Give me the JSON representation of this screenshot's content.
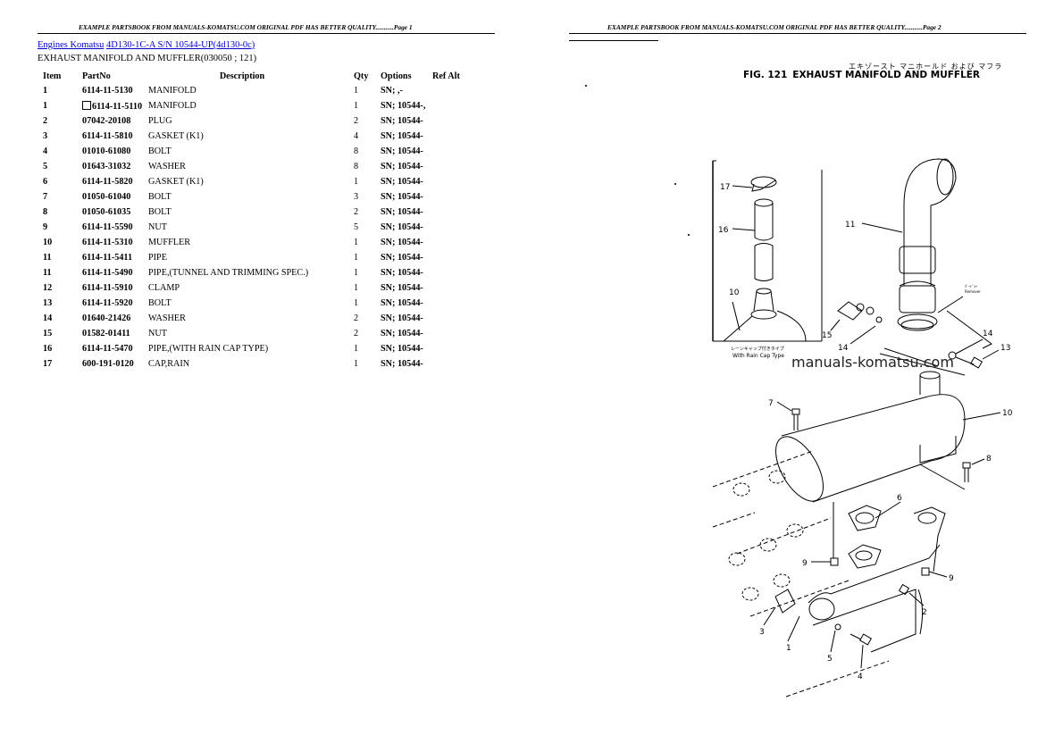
{
  "page1": {
    "header": "EXAMPLE PARTSBOOK FROM MANUALS-KOMATSU.COM ORIGINAL PDF HAS BETTER QUALITY...........Page 1",
    "breadcrumb": {
      "part1": "Engines Komatsu",
      "part2": "4D130-1C-A S/N 10544-UP(4d130-0c)"
    },
    "section_title": "EXHAUST MANIFOLD AND MUFFLER(030050 ; 121)",
    "table": {
      "columns": [
        "Item",
        "PartNo",
        "Description",
        "Qty",
        "Options",
        "Ref Alt"
      ],
      "rows": [
        {
          "item": "1",
          "part": "6114-11-5130",
          "desc": "MANIFOLD",
          "qty": "1",
          "opt": "SN; ,-",
          "ref": ""
        },
        {
          "item": "1",
          "part": "6114-11-5110",
          "desc": "MANIFOLD",
          "qty": "1",
          "opt": "SN; 10544-,",
          "ref": "",
          "boxed": true
        },
        {
          "item": "2",
          "part": "07042-20108",
          "desc": "PLUG",
          "qty": "2",
          "opt": "SN; 10544-",
          "ref": ""
        },
        {
          "item": "3",
          "part": "6114-11-5810",
          "desc": "GASKET (K1)",
          "qty": "4",
          "opt": "SN; 10544-",
          "ref": ""
        },
        {
          "item": "4",
          "part": "01010-61080",
          "desc": "BOLT",
          "qty": "8",
          "opt": "SN; 10544-",
          "ref": ""
        },
        {
          "item": "5",
          "part": "01643-31032",
          "desc": "WASHER",
          "qty": "8",
          "opt": "SN; 10544-",
          "ref": ""
        },
        {
          "item": "6",
          "part": "6114-11-5820",
          "desc": "GASKET (K1)",
          "qty": "1",
          "opt": "SN; 10544-",
          "ref": ""
        },
        {
          "item": "7",
          "part": "01050-61040",
          "desc": "BOLT",
          "qty": "3",
          "opt": "SN; 10544-",
          "ref": ""
        },
        {
          "item": "8",
          "part": "01050-61035",
          "desc": "BOLT",
          "qty": "2",
          "opt": "SN; 10544-",
          "ref": ""
        },
        {
          "item": "9",
          "part": "6114-11-5590",
          "desc": "NUT",
          "qty": "5",
          "opt": "SN; 10544-",
          "ref": ""
        },
        {
          "item": "10",
          "part": "6114-11-5310",
          "desc": "MUFFLER",
          "qty": "1",
          "opt": "SN; 10544-",
          "ref": ""
        },
        {
          "item": "11",
          "part": "6114-11-5411",
          "desc": "PIPE",
          "qty": "1",
          "opt": "SN; 10544-",
          "ref": ""
        },
        {
          "item": "11",
          "part": "6114-11-5490",
          "desc": "PIPE,(TUNNEL AND TRIMMING SPEC.)",
          "qty": "1",
          "opt": "SN; 10544-",
          "ref": ""
        },
        {
          "item": "12",
          "part": "6114-11-5910",
          "desc": "CLAMP",
          "qty": "1",
          "opt": "SN; 10544-",
          "ref": ""
        },
        {
          "item": "13",
          "part": "6114-11-5920",
          "desc": "BOLT",
          "qty": "1",
          "opt": "SN; 10544-",
          "ref": ""
        },
        {
          "item": "14",
          "part": "01640-21426",
          "desc": "WASHER",
          "qty": "2",
          "opt": "SN; 10544-",
          "ref": ""
        },
        {
          "item": "15",
          "part": "01582-01411",
          "desc": "NUT",
          "qty": "2",
          "opt": "SN; 10544-",
          "ref": ""
        },
        {
          "item": "16",
          "part": "6114-11-5470",
          "desc": "PIPE,(WITH RAIN CAP TYPE)",
          "qty": "1",
          "opt": "SN; 10544-",
          "ref": ""
        },
        {
          "item": "17",
          "part": "600-191-0120",
          "desc": "CAP,RAIN",
          "qty": "1",
          "opt": "SN; 10544-",
          "ref": ""
        }
      ]
    }
  },
  "page2": {
    "header": "EXAMPLE PARTSBOOK FROM MANUALS-KOMATSU.COM ORIGINAL PDF HAS BETTER QUALITY...........Page 2",
    "figure": {
      "japanese_title": "エキゾースト マニホールド および マフラ",
      "number": "FIG. 121",
      "title": "EXHAUST MANIFOLD AND MUFFLER",
      "inset_caption_jp": "レーンキャップ付きタイプ",
      "inset_caption": "With Rain Cap Type",
      "callouts": [
        "1",
        "2",
        "3",
        "4",
        "5",
        "6",
        "7",
        "8",
        "9",
        "9",
        "10",
        "10",
        "11",
        "13",
        "14",
        "14",
        "15",
        "16",
        "17"
      ]
    },
    "watermark": "manuals-komatsu.com"
  },
  "colors": {
    "link": "#0000cc",
    "text": "#000000",
    "background": "#ffffff"
  }
}
